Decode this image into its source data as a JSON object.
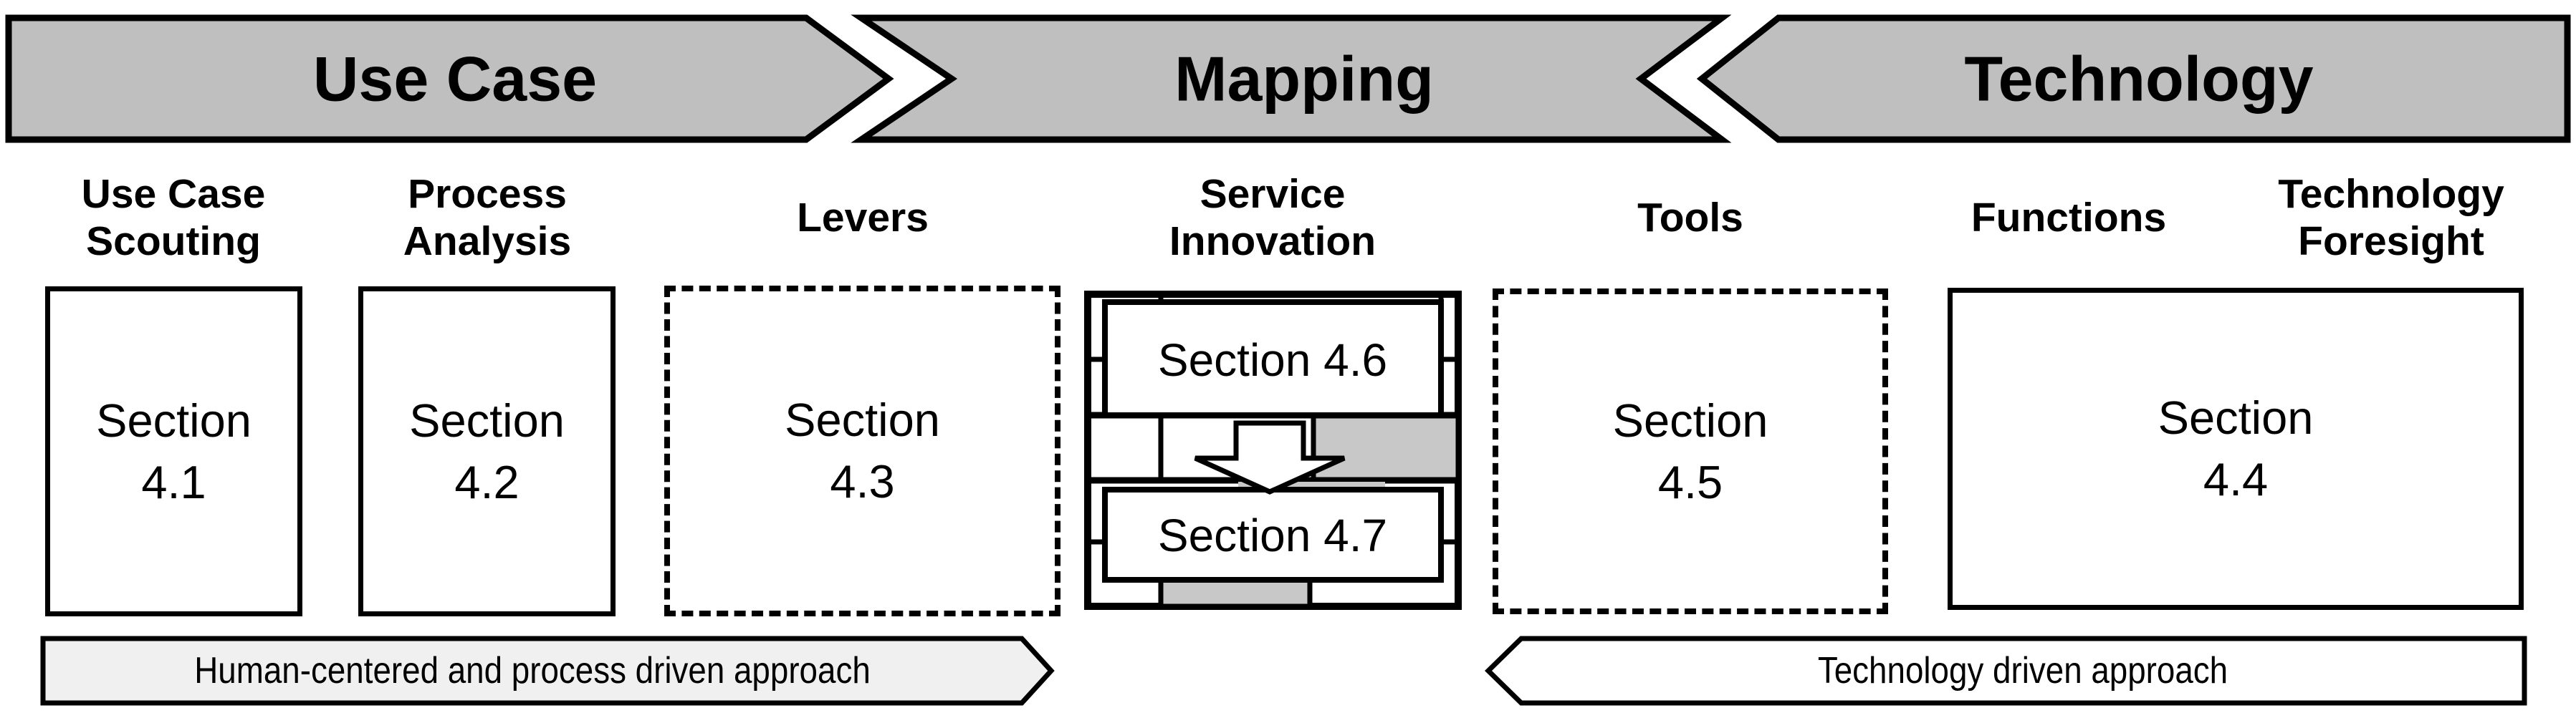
{
  "phase_banners": {
    "use_case": "Use Case",
    "mapping": "Mapping",
    "technology": "Technology"
  },
  "column_labels": {
    "use_case_scouting": {
      "line1": "Use Case",
      "line2": "Scouting"
    },
    "process_analysis": {
      "line1": "Process",
      "line2": "Analysis"
    },
    "levers": {
      "line1": "Levers"
    },
    "service_innovation": {
      "line1": "Service",
      "line2": "Innovation"
    },
    "tools": {
      "line1": "Tools"
    },
    "functions": {
      "line1": "Functions"
    },
    "technology_foresight": {
      "line1": "Technology",
      "line2": "Foresight"
    }
  },
  "section_boxes": {
    "use_case_scouting": {
      "line1": "Section",
      "line2": "4.1"
    },
    "process_analysis": {
      "line1": "Section",
      "line2": "4.2"
    },
    "levers": {
      "line1": "Section",
      "line2": "4.3"
    },
    "tools": {
      "line1": "Section",
      "line2": "4.5"
    },
    "functions_foresight": {
      "line1": "Section",
      "line2": "4.4"
    },
    "service_innovation_top": "Section 4.6",
    "service_innovation_bottom": "Section 4.7"
  },
  "approach_banners": {
    "human_centered": "Human-centered and process driven approach",
    "technology_driven": "Technology driven approach"
  },
  "colors": {
    "phase_banner_fill": "#bfbfbf",
    "brick_fill": "#c8c8c8",
    "human_banner_fill": "#f0f0f0",
    "tech_banner_fill": "#ffffff",
    "outline": "#000000"
  }
}
